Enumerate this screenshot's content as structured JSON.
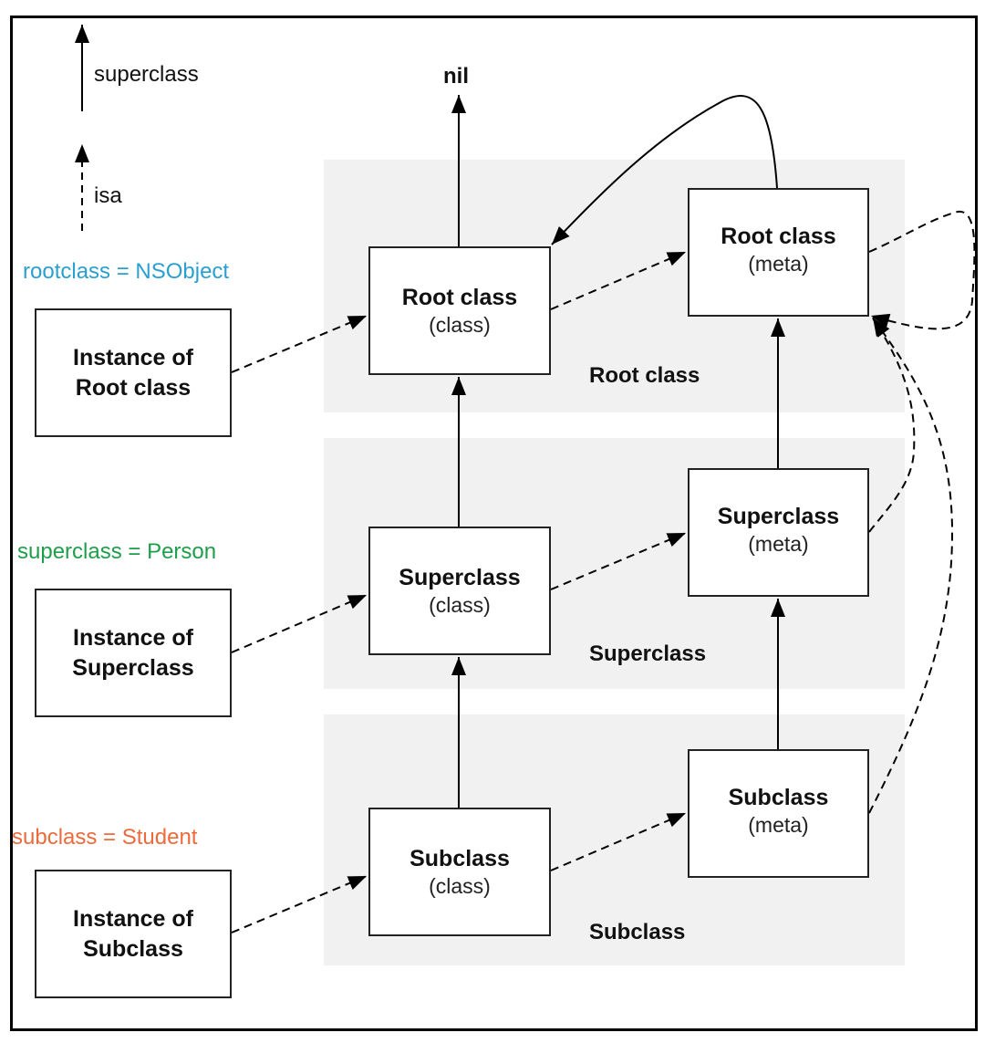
{
  "legend": {
    "superclass_label": "superclass",
    "isa_label": "isa"
  },
  "nil_label": "nil",
  "notes": {
    "root": {
      "text": "rootclass = NSObject",
      "color": "#2a9fd0"
    },
    "super": {
      "text": "superclass = Person",
      "color": "#1e9e4a"
    },
    "sub": {
      "text": "subclass = Student",
      "color": "#ec6a3c"
    }
  },
  "bands": [
    {
      "label": "Root class"
    },
    {
      "label": "Superclass"
    },
    {
      "label": "Subclass"
    }
  ],
  "instances": [
    {
      "line1": "Instance of",
      "line2": "Root class"
    },
    {
      "line1": "Instance of",
      "line2": "Superclass"
    },
    {
      "line1": "Instance of",
      "line2": "Subclass"
    }
  ],
  "classes": [
    {
      "title": "Root class",
      "kind": "(class)"
    },
    {
      "title": "Superclass",
      "kind": "(class)"
    },
    {
      "title": "Subclass",
      "kind": "(class)"
    }
  ],
  "metas": [
    {
      "title": "Root class",
      "kind": "(meta)"
    },
    {
      "title": "Superclass",
      "kind": "(meta)"
    },
    {
      "title": "Subclass",
      "kind": "(meta)"
    }
  ],
  "edges": [
    {
      "from": "instance-root",
      "to": "class-root",
      "type": "isa"
    },
    {
      "from": "instance-super",
      "to": "class-super",
      "type": "isa"
    },
    {
      "from": "instance-sub",
      "to": "class-sub",
      "type": "isa"
    },
    {
      "from": "class-root",
      "to": "meta-root",
      "type": "isa"
    },
    {
      "from": "class-super",
      "to": "meta-super",
      "type": "isa"
    },
    {
      "from": "class-sub",
      "to": "meta-sub",
      "type": "isa"
    },
    {
      "from": "meta-root",
      "to": "meta-root",
      "type": "isa"
    },
    {
      "from": "meta-super",
      "to": "meta-root",
      "type": "isa"
    },
    {
      "from": "meta-sub",
      "to": "meta-root",
      "type": "isa"
    },
    {
      "from": "class-root",
      "to": "nil",
      "type": "superclass"
    },
    {
      "from": "class-super",
      "to": "class-root",
      "type": "superclass"
    },
    {
      "from": "class-sub",
      "to": "class-super",
      "type": "superclass"
    },
    {
      "from": "meta-root",
      "to": "class-root",
      "type": "superclass"
    },
    {
      "from": "meta-super",
      "to": "meta-root",
      "type": "superclass"
    },
    {
      "from": "meta-sub",
      "to": "meta-super",
      "type": "superclass"
    }
  ]
}
